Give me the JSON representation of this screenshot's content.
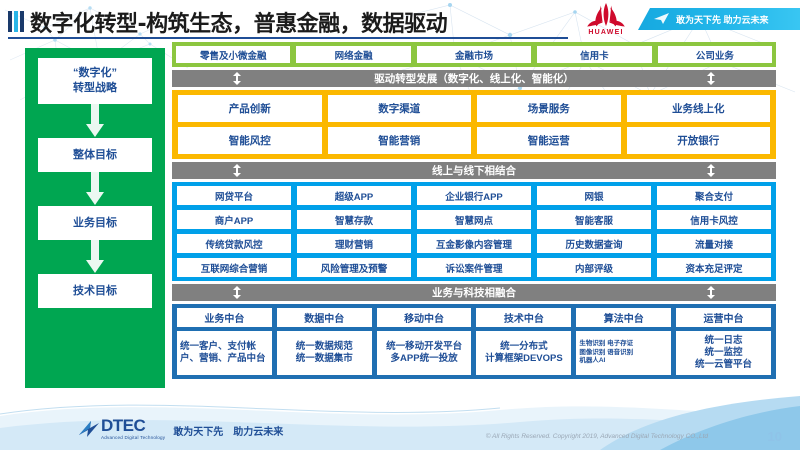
{
  "header": {
    "title": "数字化转型-构筑生态，普惠金融，数据驱动",
    "brand": "HUAWEI",
    "slogan": "敢为天下先 助力云未来",
    "slogan_icon": "paper-plane-icon"
  },
  "strategy": {
    "items": [
      {
        "label": "“数字化”\n转型战略"
      },
      {
        "label": "整体目标"
      },
      {
        "label": "业务目标"
      },
      {
        "label": "技术目标"
      }
    ],
    "line1": "“数字化”",
    "line2": "转型战略",
    "item2": "整体目标",
    "item3": "业务目标",
    "item4": "技术目标"
  },
  "business_lines": {
    "cells": [
      "零售及小微金融",
      "网络金融",
      "金融市场",
      "信用卡",
      "公司业务"
    ]
  },
  "connectors": {
    "drive": "驱动转型发展（数字化、线上化、智能化）",
    "online_offline": "线上与线下相结合",
    "biz_tech": "业务与科技相融合"
  },
  "drive_section": {
    "row1": [
      "产品创新",
      "数字渠道",
      "场景服务",
      "业务线上化"
    ],
    "row2": [
      "智能风控",
      "智能营销",
      "智能运营",
      "开放银行"
    ]
  },
  "online_section": {
    "row1": [
      "网贷平台",
      "超级APP",
      "企业银行APP",
      "网银",
      "聚合支付"
    ],
    "row2": [
      "商户APP",
      "智慧存款",
      "智慧网点",
      "智能客服",
      "信用卡风控"
    ],
    "row3": [
      "传统贷款风控",
      "理财营销",
      "互金影像内容管理",
      "历史数据查询",
      "流量对接"
    ],
    "row4": [
      "互联网综合营销",
      "风险管理及预警",
      "诉讼案件管理",
      "内部评级",
      "资本充足评定"
    ]
  },
  "platform_section": {
    "columns": [
      {
        "head": "业务中台",
        "body": "统一客户、支付帐户、营销、产品中台",
        "style": "left"
      },
      {
        "head": "数据中台",
        "body": "统一数据规范\n统一数据集市",
        "style": "center"
      },
      {
        "head": "移动中台",
        "body": "统一移动开发平台\n多APP统一投放",
        "style": "center"
      },
      {
        "head": "技术中台",
        "body": "统一分布式\n计算框架DEVOPS",
        "style": "center"
      },
      {
        "head": "算法中台",
        "body": "生物识别 电子存证\n图像识别 语音识别\n机器人AI",
        "style": "tiny"
      },
      {
        "head": "运营中台",
        "body": "统一日志\n统一监控\n统一云管平台",
        "style": "center"
      }
    ]
  },
  "footer": {
    "logo_word": "DTEC",
    "logo_sub": "Advanced Digital Technology",
    "logo_tag": "敢为天下先　助力云未来",
    "copyright": "© All Rights Reserved. Copyright 2019, Advanced Digital Technology CO.,Ltd",
    "page": "10"
  },
  "colors": {
    "strategy_green": "#00a651",
    "band_green": "#8cc63f",
    "band_orange": "#fbb800",
    "band_blue": "#00a0e9",
    "band_darkblue": "#1f6fb2",
    "connector_gray": "#808080",
    "text_blue": "#1f4e96",
    "huawei_red": "#cf0a2c",
    "slogan_cyan": "#16a9e0"
  }
}
